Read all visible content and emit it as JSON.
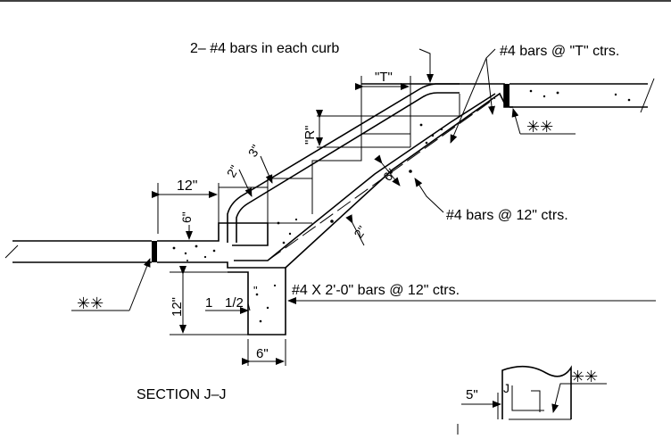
{
  "labels": {
    "curb_bars": "2– #4 bars in each curb",
    "t_bars": "#4 bars @ \"T\" ctrs.",
    "twelve_bars": "#4 bars @ 12\" ctrs.",
    "dowel_bars": "#4 X 2'-0\" bars @ 12\" ctrs.",
    "section": "SECTION J–J"
  },
  "dims": {
    "t_tread": "\"T\"",
    "r_riser": "\"R\"",
    "three_in": "3\"",
    "two_in_upper": "2\"",
    "twelve_top": "12\"",
    "six_curb": "6\"",
    "six_slab": "6\"",
    "two_in_lower": "2\"",
    "twelve_side": "12\"",
    "one_half_a": "1",
    "one_half_b": "1/2",
    "one_half_c": "\"",
    "six_bottom": "6\"",
    "five_in": "5\"",
    "j_mark": "J"
  },
  "marks": {
    "double_star_right": "✳✳",
    "double_star_left": "✳✳",
    "double_star_detail": "✳✳"
  }
}
